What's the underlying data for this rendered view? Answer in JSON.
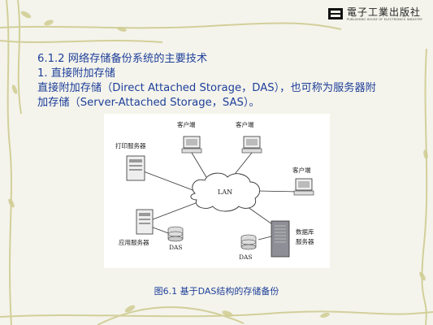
{
  "publisher": {
    "name": "電子工業出版社",
    "subtitle": "PUBLISHING HOUSE OF ELECTRONICS INDUSTRY"
  },
  "content": {
    "heading": "6.1.2 网络存储备份系统的主要技术",
    "subheading": "1. 直接附加存储",
    "para_line1": "直接附加存储（Direct Attached Storage，DAS），也可称为服务器附",
    "para_line2": "加存储（Server-Attached Storage，SAS）。"
  },
  "diagram": {
    "client1": "客户端",
    "client2": "客户端",
    "client3": "客户端",
    "print_server": "打印服务器",
    "lan": "LAN",
    "app_server": "应用服务器",
    "das1": "DAS",
    "das2": "DAS",
    "db_server_line1": "数据库",
    "db_server_line2": "服务器"
  },
  "caption": "图6.1 基于DAS结构的存储备份",
  "colors": {
    "text_blue": "#1f3f9a",
    "vine": "#c9c58a"
  }
}
